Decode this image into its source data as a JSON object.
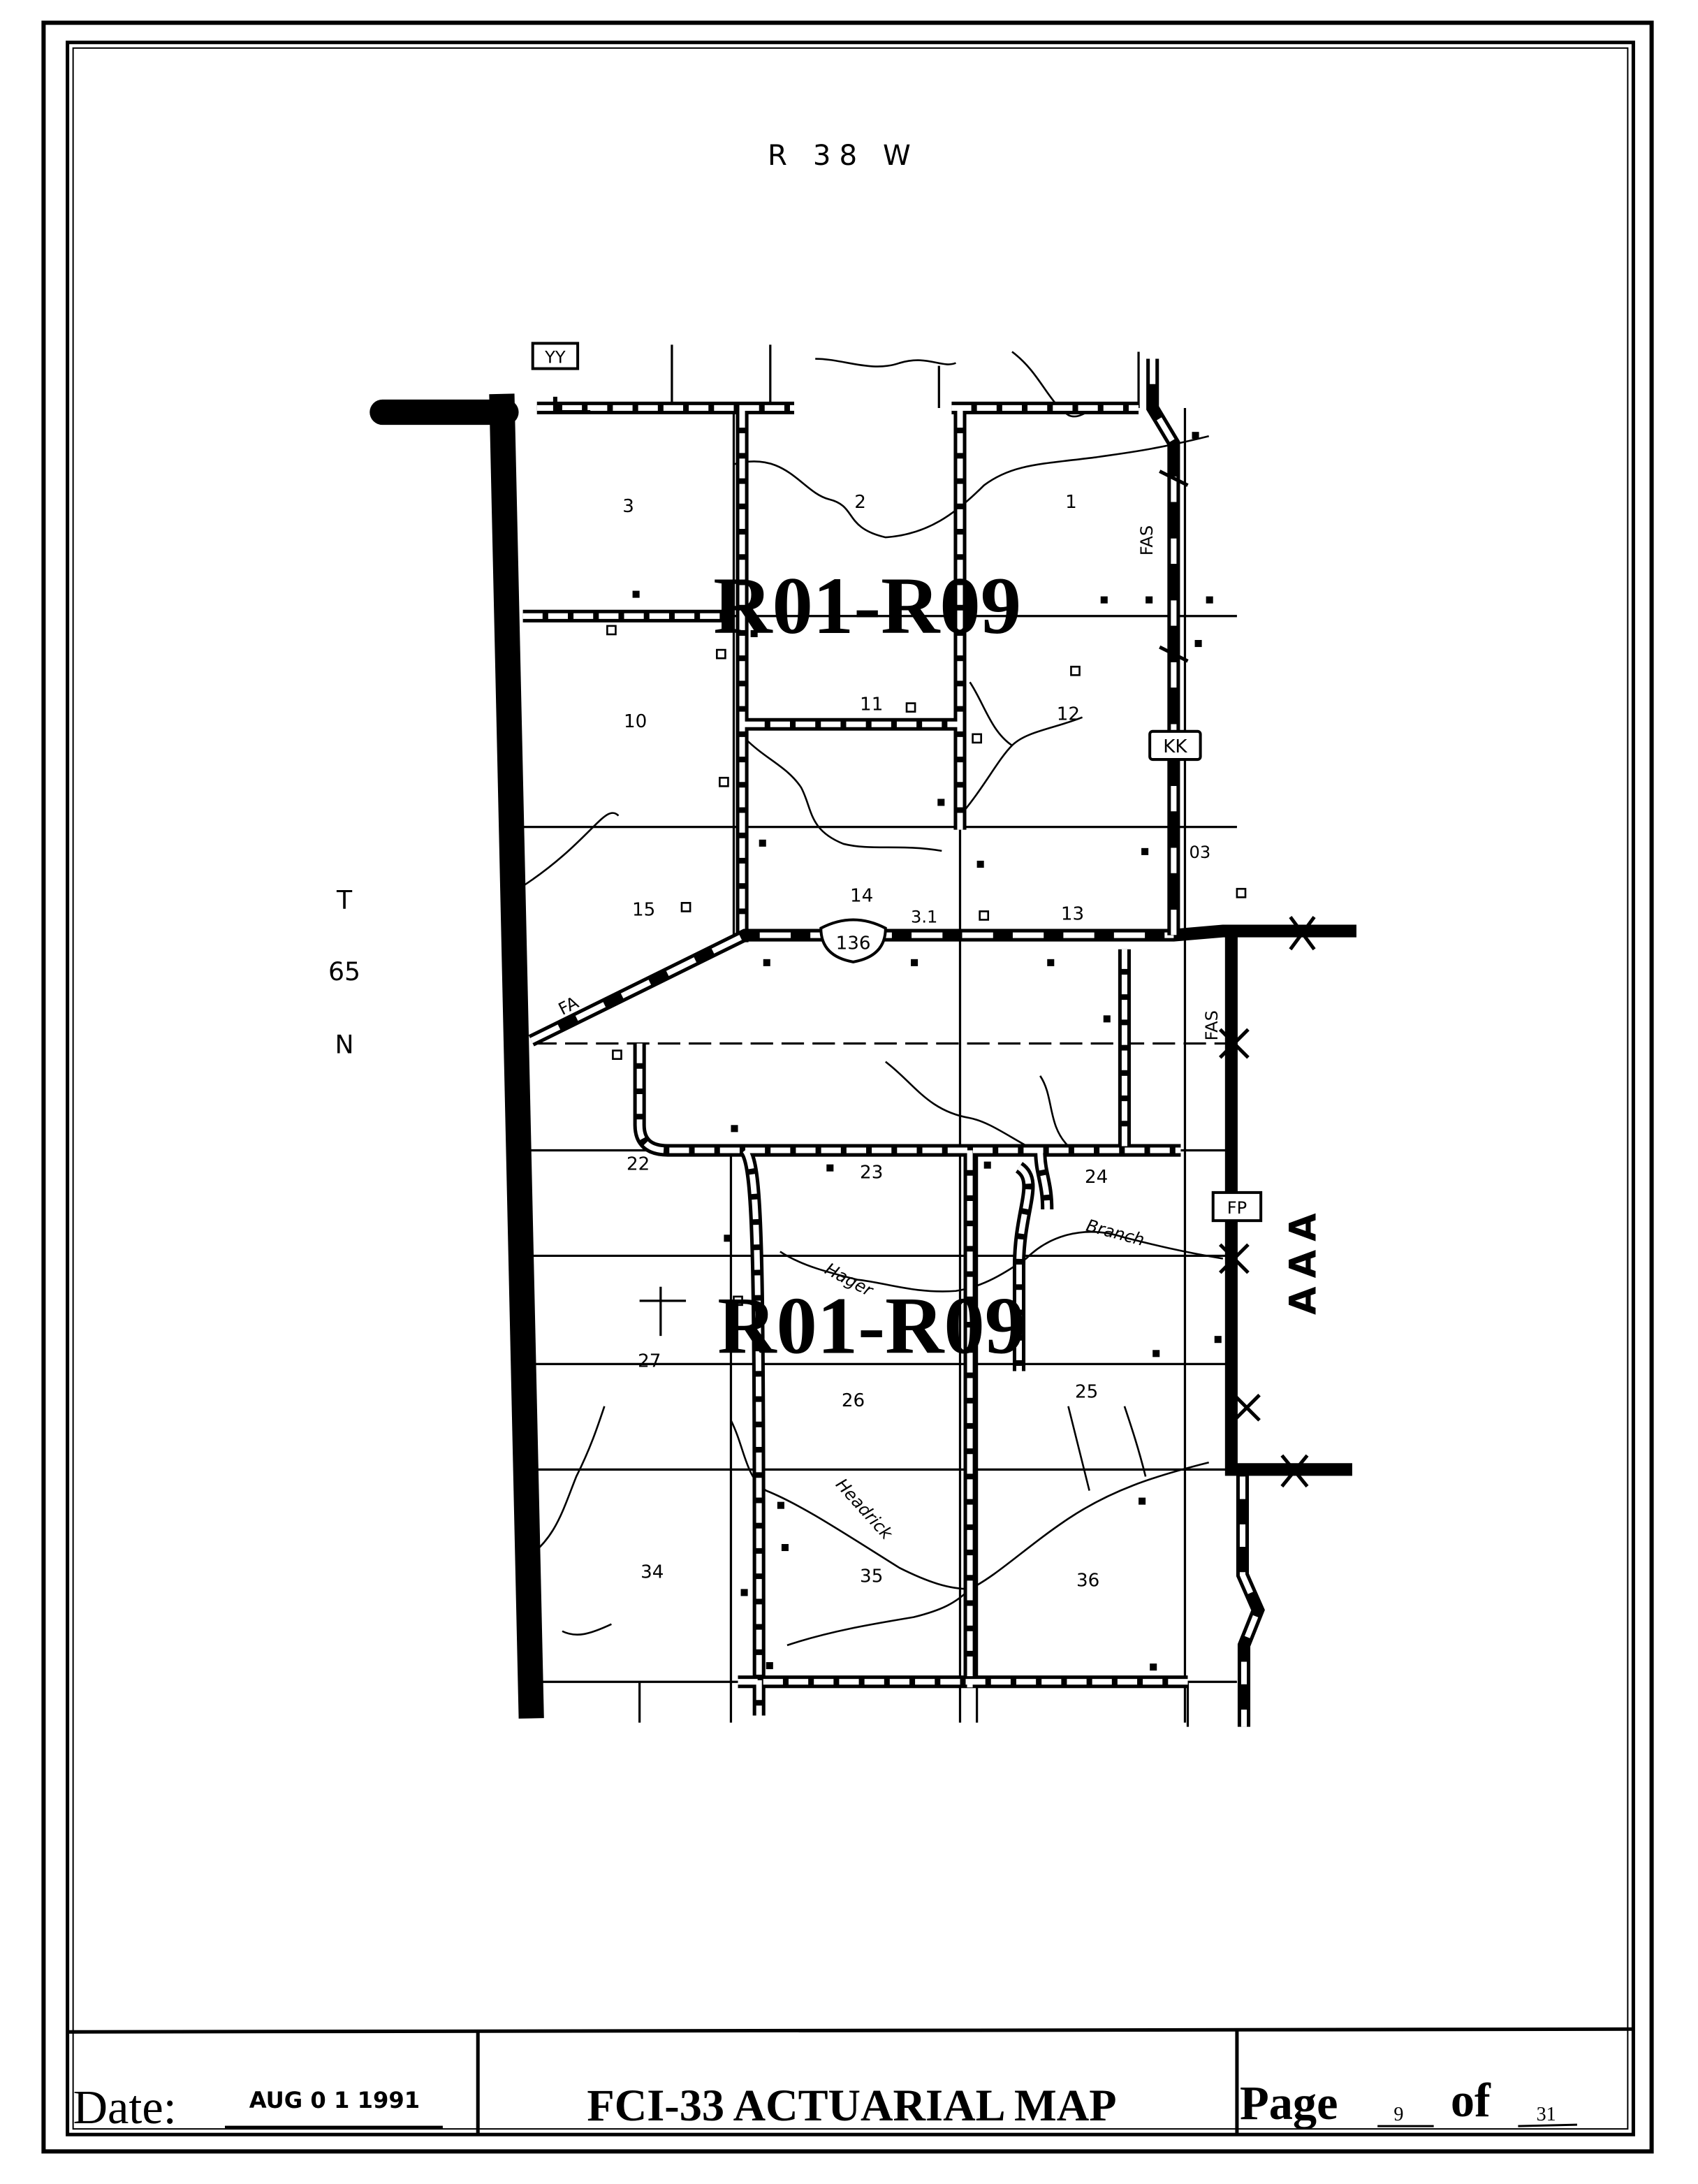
{
  "map": {
    "range_label": "R 38 W",
    "township_label": [
      "T",
      "65",
      "N"
    ],
    "rate_zone_labels": [
      "R01-R09",
      "R01-R09"
    ],
    "sections": [
      "3",
      "2",
      "1",
      "10",
      "11",
      "12",
      "15",
      "14",
      "13",
      "22",
      "23",
      "24",
      "27",
      "26",
      "25",
      "34",
      "35",
      "36"
    ],
    "route_shields": {
      "yy": "YY",
      "kk": "KK",
      "us136": "136",
      "fp": "FP"
    },
    "road_labels": {
      "fas_north": "FAS",
      "fas_east": "FAS",
      "fa": "FA",
      "mile_31": "3.1",
      "mile_03": "03"
    },
    "creek_labels": {
      "branch": "Branch",
      "hager": "Hager",
      "headrick": "Headrick"
    },
    "railroad_label": "AAA"
  },
  "footer": {
    "date_label": "Date:",
    "date_stamp": "AUG 0 1 1991",
    "title": "FCI-33 ACTUARIAL MAP",
    "page_label": "Page",
    "page_number": "9",
    "of_label": "of",
    "page_total": "31"
  }
}
